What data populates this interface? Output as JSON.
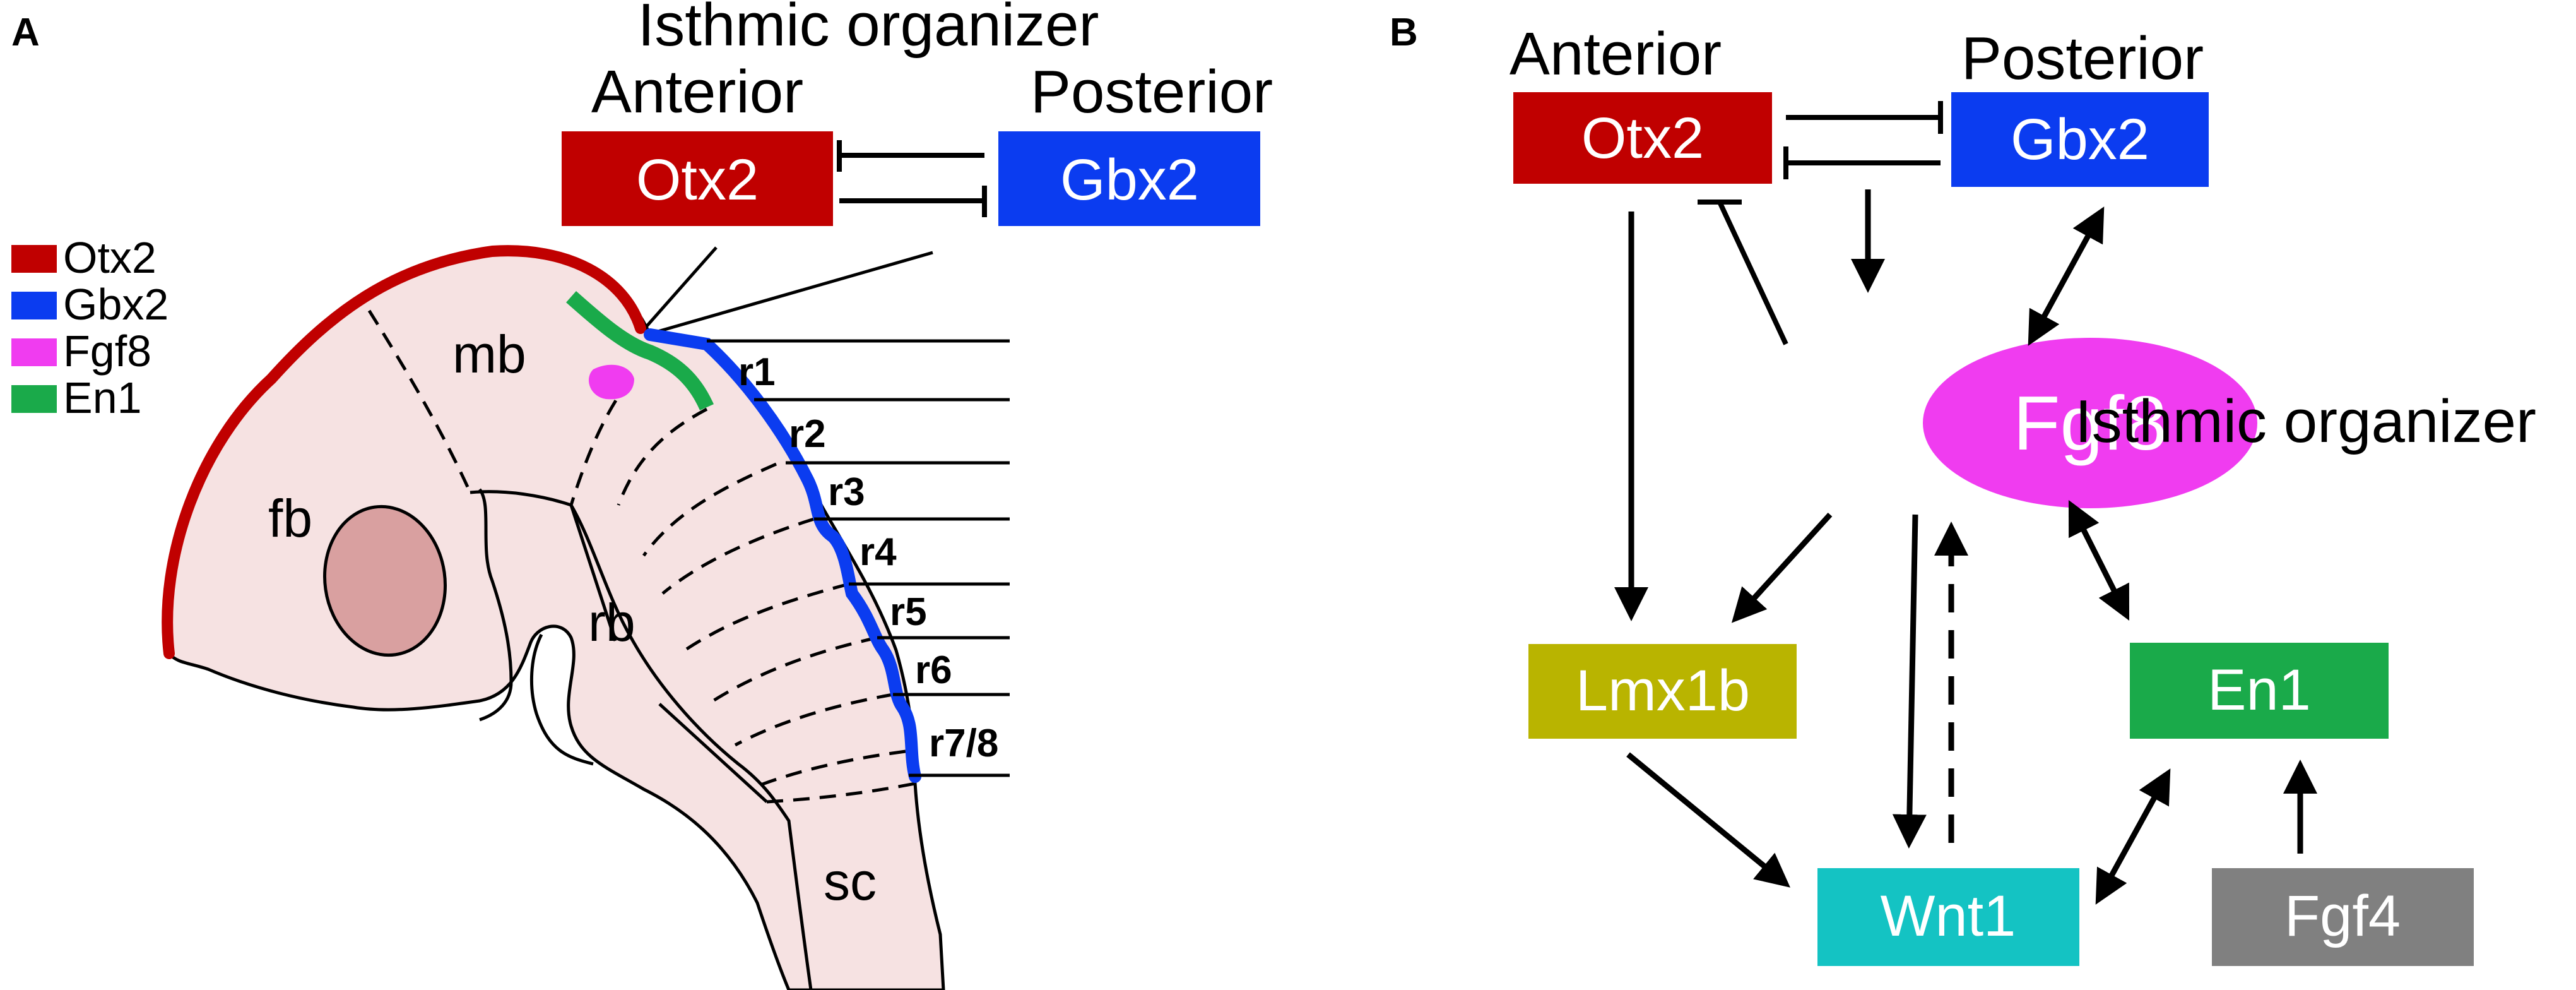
{
  "panel_a": {
    "letter": "A",
    "title": "Isthmic organizer",
    "anterior_label": "Anterior",
    "posterior_label": "Posterior",
    "otx2_box": "Otx2",
    "gbx2_box": "Gbx2",
    "legend": [
      {
        "label": "Otx2",
        "color": "#c00000"
      },
      {
        "label": "Gbx2",
        "color": "#0b3cf0"
      },
      {
        "label": "Fgf8",
        "color": "#f03cf0"
      },
      {
        "label": "En1",
        "color": "#1aaa4a"
      }
    ],
    "regions": {
      "fb": "fb",
      "mb": "mb",
      "rb": "rb",
      "sc": "sc"
    },
    "rhombomeres": [
      "r1",
      "r2",
      "r3",
      "r4",
      "r5",
      "r6",
      "r7/8"
    ]
  },
  "panel_b": {
    "letter": "B",
    "anterior_label": "Anterior",
    "posterior_label": "Posterior",
    "organizer_label": "Isthmic organizer",
    "nodes": {
      "otx2": {
        "label": "Otx2",
        "color": "#c00000"
      },
      "gbx2": {
        "label": "Gbx2",
        "color": "#0b3cf0"
      },
      "fgf8": {
        "label": "Fgf8",
        "color": "#f03cf0"
      },
      "lmx1b": {
        "label": "Lmx1b",
        "color": "#b9b400"
      },
      "en1": {
        "label": "En1",
        "color": "#1aaa4a"
      },
      "wnt1": {
        "label": "Wnt1",
        "color": "#14c3c3"
      },
      "fgf4": {
        "label": "Fgf4",
        "color": "#808080"
      }
    }
  },
  "colors": {
    "otx2": "#c00000",
    "gbx2": "#0b3cf0",
    "fgf8": "#f03cf0",
    "en1": "#1aaa4a",
    "embryo_fill": "#f6e2e2",
    "eye_fill": "#d9a0a0"
  }
}
